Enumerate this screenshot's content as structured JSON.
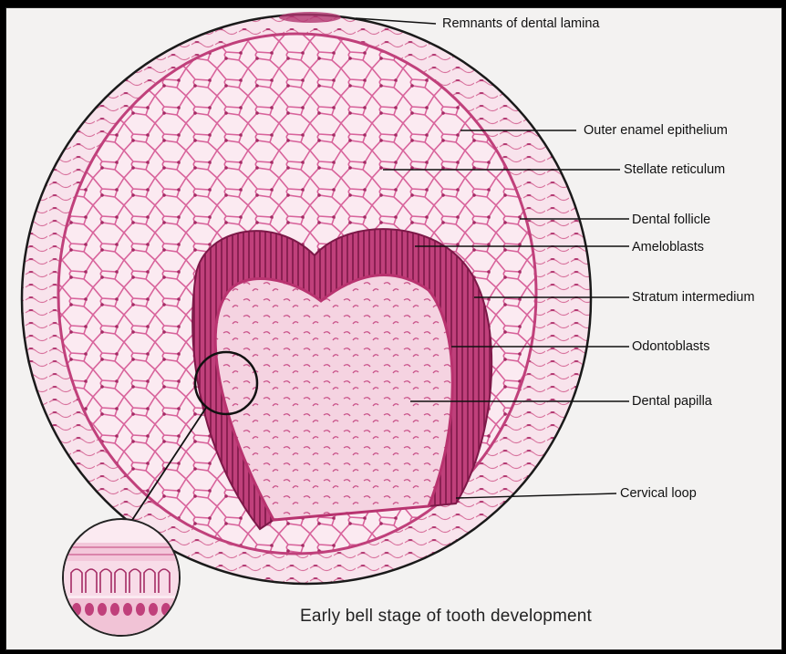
{
  "diagram": {
    "caption": "Early bell stage of tooth development",
    "labels": {
      "remnants": "Remnants of dental lamina",
      "outer_enamel": "Outer enamel epithelium",
      "stellate": "Stellate reticulum",
      "follicle": "Dental follicle",
      "ameloblasts": "Ameloblasts",
      "stratum": "Stratum intermedium",
      "odontoblasts": "Odontoblasts",
      "papilla": "Dental papilla",
      "cervical": "Cervical loop"
    },
    "colors": {
      "stain_light": "#f7dbe6",
      "stain_mid": "#e58bb5",
      "stain_dark": "#b8336f",
      "stain_deep": "#8e1f56",
      "background": "#f3f2f1"
    }
  }
}
